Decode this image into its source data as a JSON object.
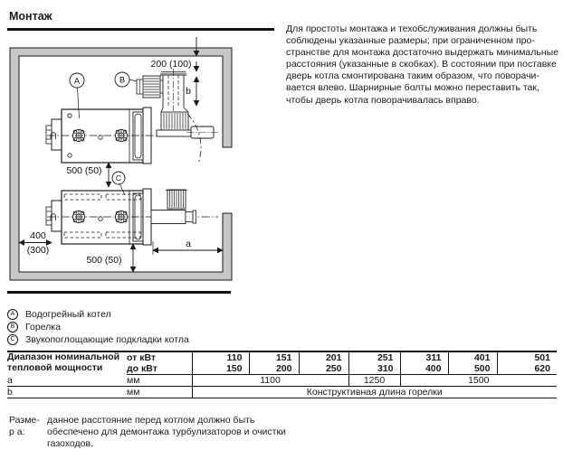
{
  "page": {
    "title": "Монтаж"
  },
  "intro": {
    "lines": [
      "Для простоты монтажа и техобслуживания должны быть",
      "соблюдены указанные размеры; при ограниченном про-",
      "странстве для монтажа достаточно выдержать минимальные",
      "расстояния (указанные в скобках). В состоянии при поставке",
      "дверь котла смонтирована таким образом, что поворачи-",
      "вается влево. Шарнирные болты можно переставить так,",
      "чтобы дверь котла поворачивалась вправо."
    ]
  },
  "diagram": {
    "callout_a": "A",
    "callout_b": "B",
    "callout_c": "C",
    "dim_top": "200 (100)",
    "dim_b": "b",
    "dim_between": "500 (50)",
    "dim_left_line1": "400",
    "dim_left_line2": "(300)",
    "dim_below": "500 (50)",
    "dim_front": "a"
  },
  "legend": {
    "items": [
      {
        "key": "A",
        "label": "Водогрейный котел"
      },
      {
        "key": "B",
        "label": "Горелка"
      },
      {
        "key": "C",
        "label": "Звукопоглощающие подкладки котла"
      }
    ]
  },
  "table": {
    "power": {
      "label": "Диапазон номинальной тепловой мощности",
      "from_unit": "от кВт",
      "to_unit": "до кВт",
      "from": [
        "110",
        "151",
        "201",
        "251",
        "311",
        "401",
        "501"
      ],
      "to": [
        "150",
        "200",
        "250",
        "310",
        "400",
        "500",
        "620"
      ]
    },
    "row_a": {
      "label": "a",
      "unit": "мм",
      "values": [
        {
          "text": "1100",
          "span": 3
        },
        {
          "text": "1250",
          "span": 1
        },
        {
          "text": "1500",
          "span": 3
        }
      ]
    },
    "row_b": {
      "label": "b",
      "unit": "мм",
      "value": "Конструктивная длина горелки"
    }
  },
  "note": {
    "label_lines": [
      "Разме-",
      "р а:"
    ],
    "text_lines": [
      "данное расстояние перед котлом должно быть",
      "обеспечено для демонтажа турбулизаторов и очистки",
      "газоходов."
    ]
  }
}
